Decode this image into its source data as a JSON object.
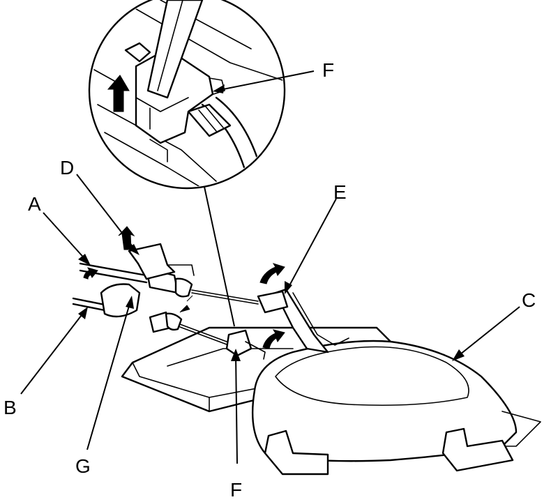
{
  "labels": {
    "A": "A",
    "B": "B",
    "C": "C",
    "D": "D",
    "E": "E",
    "F_detail": "F",
    "F_main": "F",
    "G": "G"
  }
}
